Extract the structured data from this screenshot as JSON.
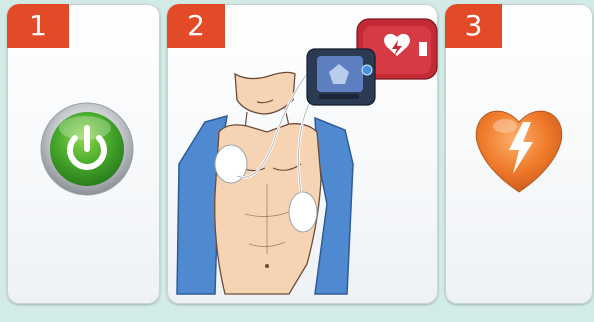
{
  "steps": [
    {
      "number": "1",
      "icon": "power-icon"
    },
    {
      "number": "2",
      "icon": "defibrillator-illustration"
    },
    {
      "number": "3",
      "icon": "heart-shock-icon"
    }
  ],
  "colors": {
    "badge": "#e34a28",
    "power_green": "#3fa42b",
    "heart_orange": "#f07a2a",
    "background": "#d3ebe6"
  }
}
